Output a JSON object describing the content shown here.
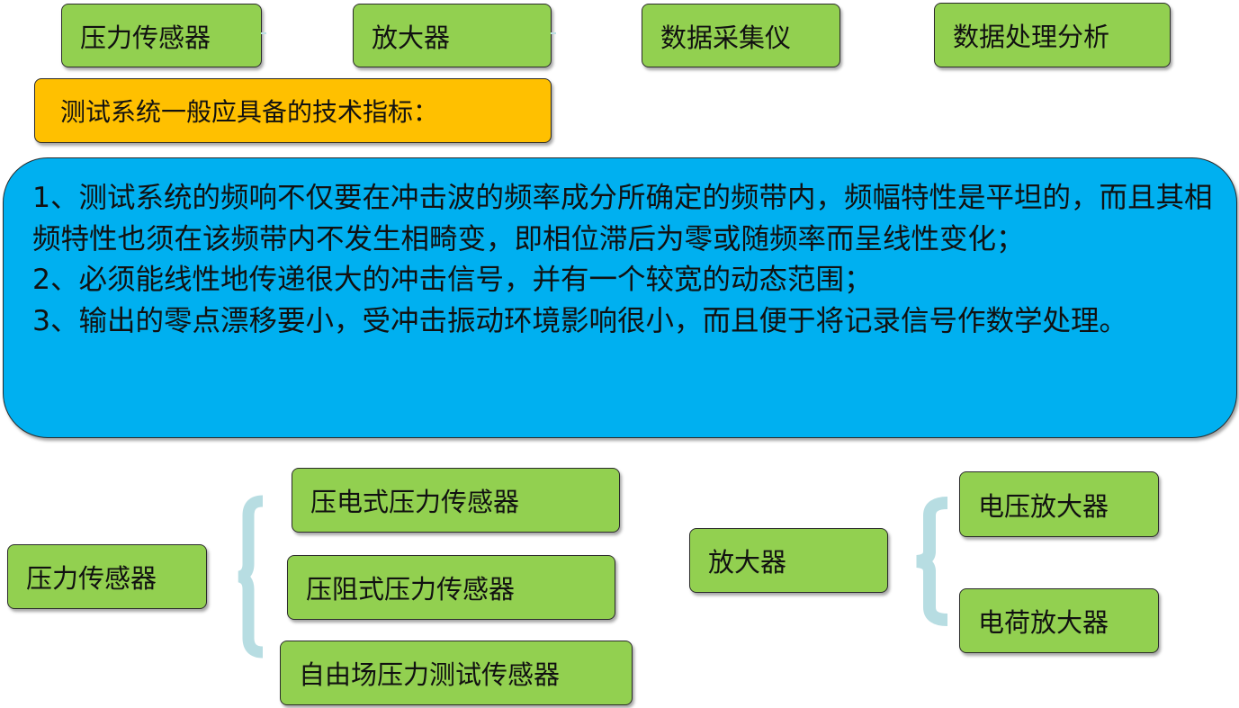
{
  "top_row": {
    "items": [
      "压力传感器",
      "放大器",
      "数据采集仪",
      "数据处理分析"
    ]
  },
  "requirements_heading": "测试系统一般应具备的技术指标：",
  "requirements": [
    "1、测试系统的频响不仅要在冲击波的频率成分所确定的频带内，频幅特性是平坦的，而且其相频特性也须在该频带内不发生相畸变，即相位滞后为零或随频率而呈线性变化；",
    "2、必须能线性地传递很大的冲击信号，并有一个较宽的动态范围；",
    "3、输出的零点漂移要小，受冲击振动环境影响很小，而且便于将记录信号作数学处理。"
  ],
  "sensor_tree": {
    "root": "压力传感器",
    "children": [
      "压电式压力传感器",
      "压阻式压力传感器",
      "自由场压力测试传感器"
    ]
  },
  "amplifier_tree": {
    "root": "放大器",
    "children": [
      "电压放大器",
      "电荷放大器"
    ]
  },
  "colors": {
    "box_green": "#92d050",
    "heading_orange": "#ffc000",
    "panel_blue": "#00b0f0",
    "brace": "#b7dde2"
  }
}
